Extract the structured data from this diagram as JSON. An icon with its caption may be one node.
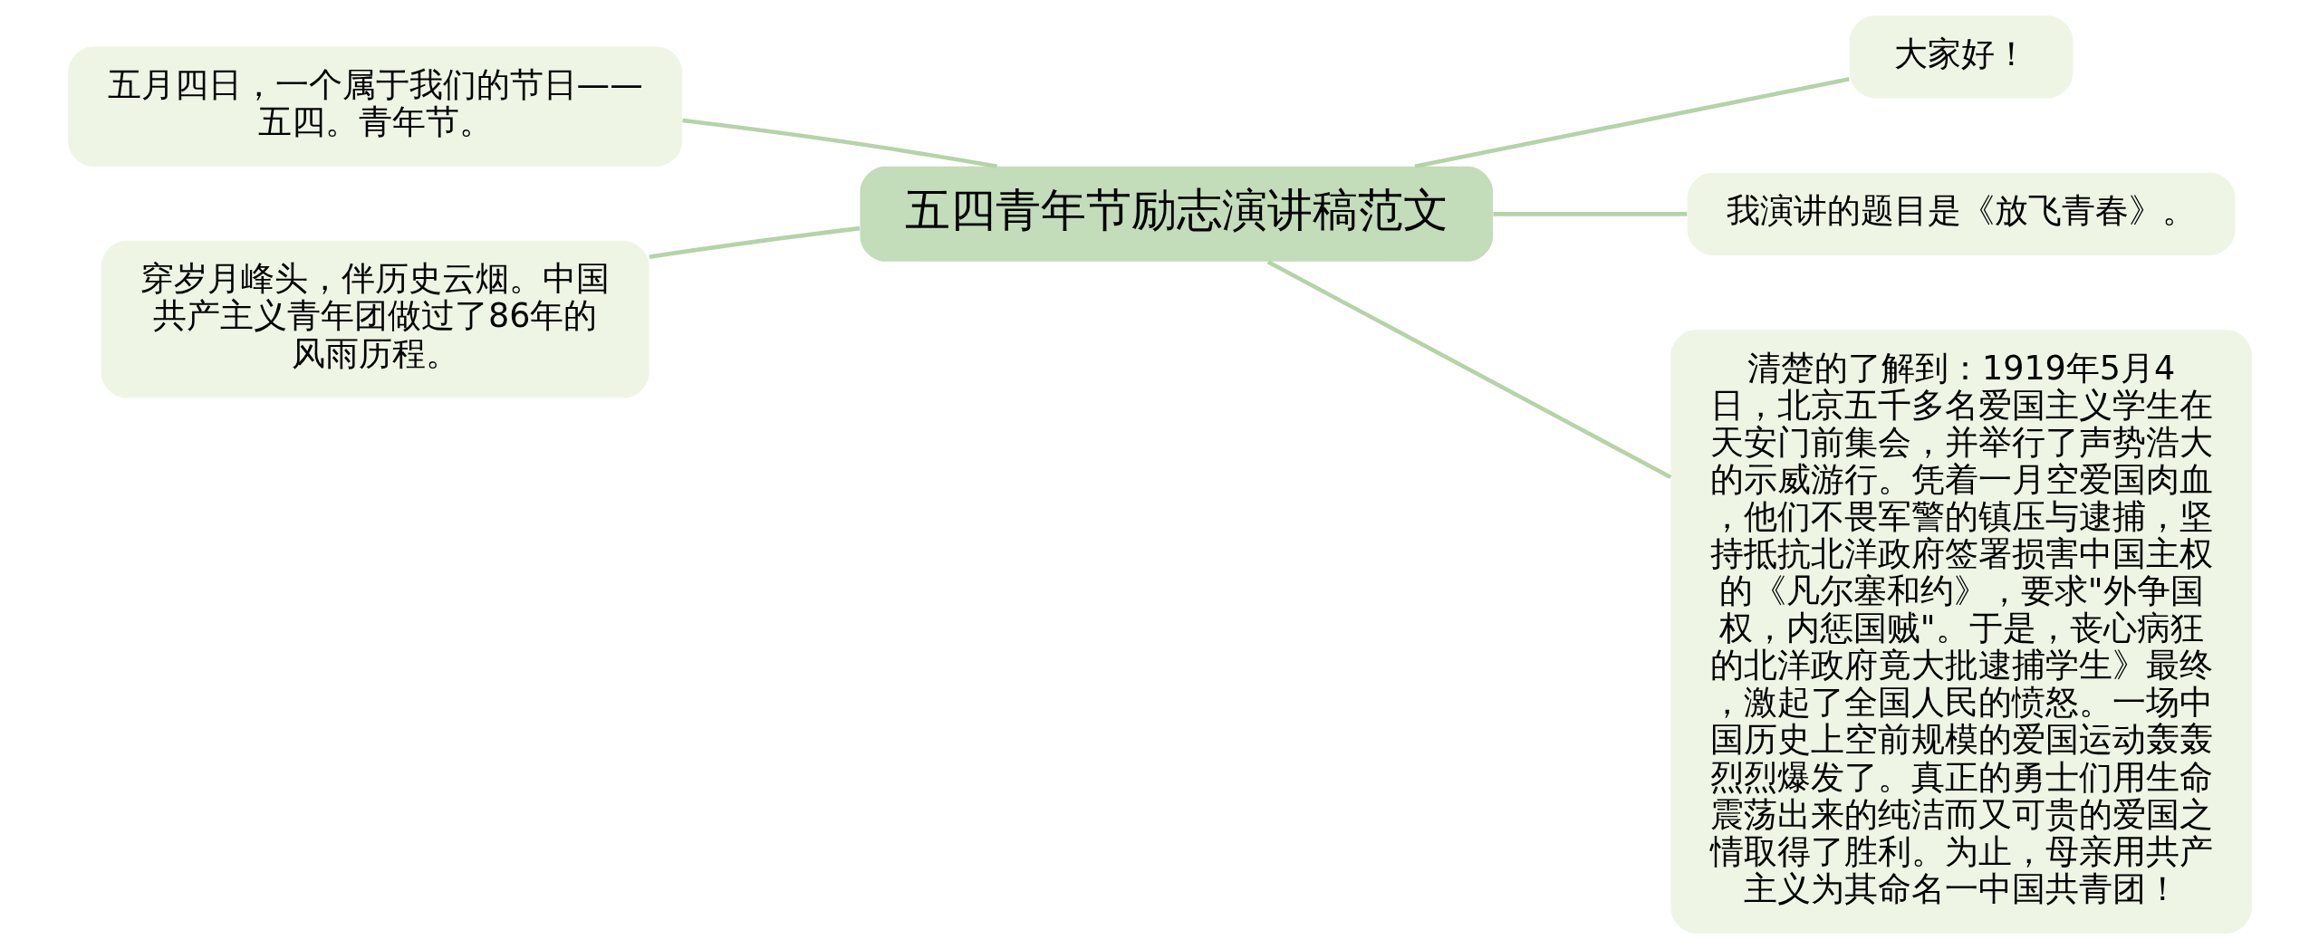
{
  "diagram": {
    "nodes": [
      {
        "text": [
          "五四青年节励志演讲稿范文"
        ]
      },
      {
        "text": [
          "大家好！"
        ]
      },
      {
        "text": [
          "我演讲的题目是《放飞青春》。"
        ]
      },
      {
        "text": [
          "清楚的了解到：1919年5月4日，北京五千多名爱国主义学生在天安门前集会，并举行了声势浩大的示威游行。凭着一月空爱国肉血，他们不畏军警的镇压与逮捕，坚持抵抗北洋政府签署损害中国主权的《凡尔塞和约》，要求\"外争国权，内惩国贼\"。于是，丧心病狂的北洋政府竟大批逮捕学生》最终，激起了全国人民的愤怒。一场中国历史上空前规模的爱国运动轰轰烈烈爆发了。真正的勇士们用生命震荡出来的纯洁而又可贵的爱国之情取得了胜利。为止，母亲用共产主义为其命名一中国共青团！"
        ]
      },
      {
        "text": [
          "五月四日，一个属于我们的节日——五四。青年节。"
        ]
      },
      {
        "text": [
          "穿岁月峰头，伴历史云烟。中国共产主义青年团做过了86年的风雨历程。"
        ]
      }
    ],
    "edges": [
      {
        "from": 0,
        "to": 1,
        "arrow": "none"
      },
      {
        "from": 0,
        "to": 2,
        "arrow": "none"
      },
      {
        "from": 0,
        "to": 3,
        "arrow": "none"
      },
      {
        "from": 0,
        "to": 4,
        "arrow": "none"
      },
      {
        "from": 0,
        "to": 5,
        "arrow": "none"
      }
    ]
  }
}
